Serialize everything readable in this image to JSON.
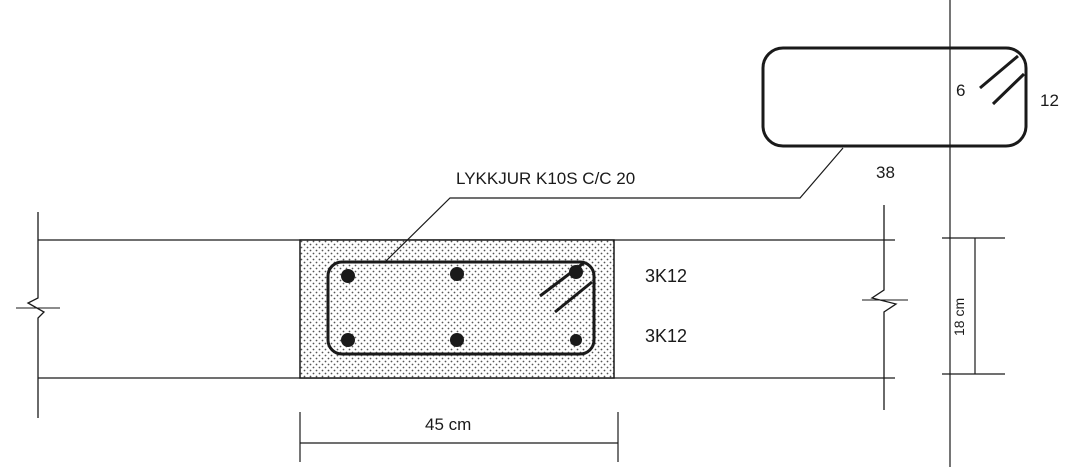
{
  "labels": {
    "stirrup_callout": "LYKKJUR K10S C/C 20",
    "top_bars": "3K12",
    "bottom_bars": "3K12",
    "width_dimension": "45 cm",
    "height_dimension": "18 cm",
    "detail_hook_length": "6",
    "detail_height": "12",
    "detail_width": "38"
  },
  "colors": {
    "ink": "#1a1a1a",
    "concrete_fill": "#dedede",
    "background": "#ffffff"
  }
}
